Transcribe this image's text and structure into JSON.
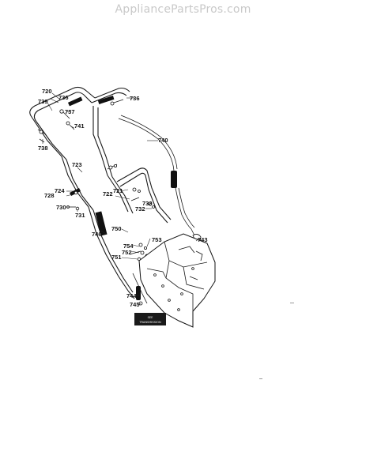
{
  "watermark": "AppliancePartsPros.com",
  "note_box": {
    "line1": "SEE",
    "line2": "TRANSMISSION"
  },
  "part_labels": {
    "p720": "720",
    "p736a": "736",
    "p736b": "736",
    "p739": "739",
    "p737": "737",
    "p741": "741",
    "p738": "738",
    "p740": "740",
    "p723": "723",
    "p724": "724",
    "p728": "728",
    "p730": "730",
    "p731": "731",
    "p721": "721",
    "p722": "722",
    "p733": "733",
    "p732": "732",
    "p746": "746",
    "p750": "750",
    "p753": "753",
    "p743": "743",
    "p754": "754",
    "p752": "752",
    "p751": "751",
    "p744": "744",
    "p745": "745"
  }
}
